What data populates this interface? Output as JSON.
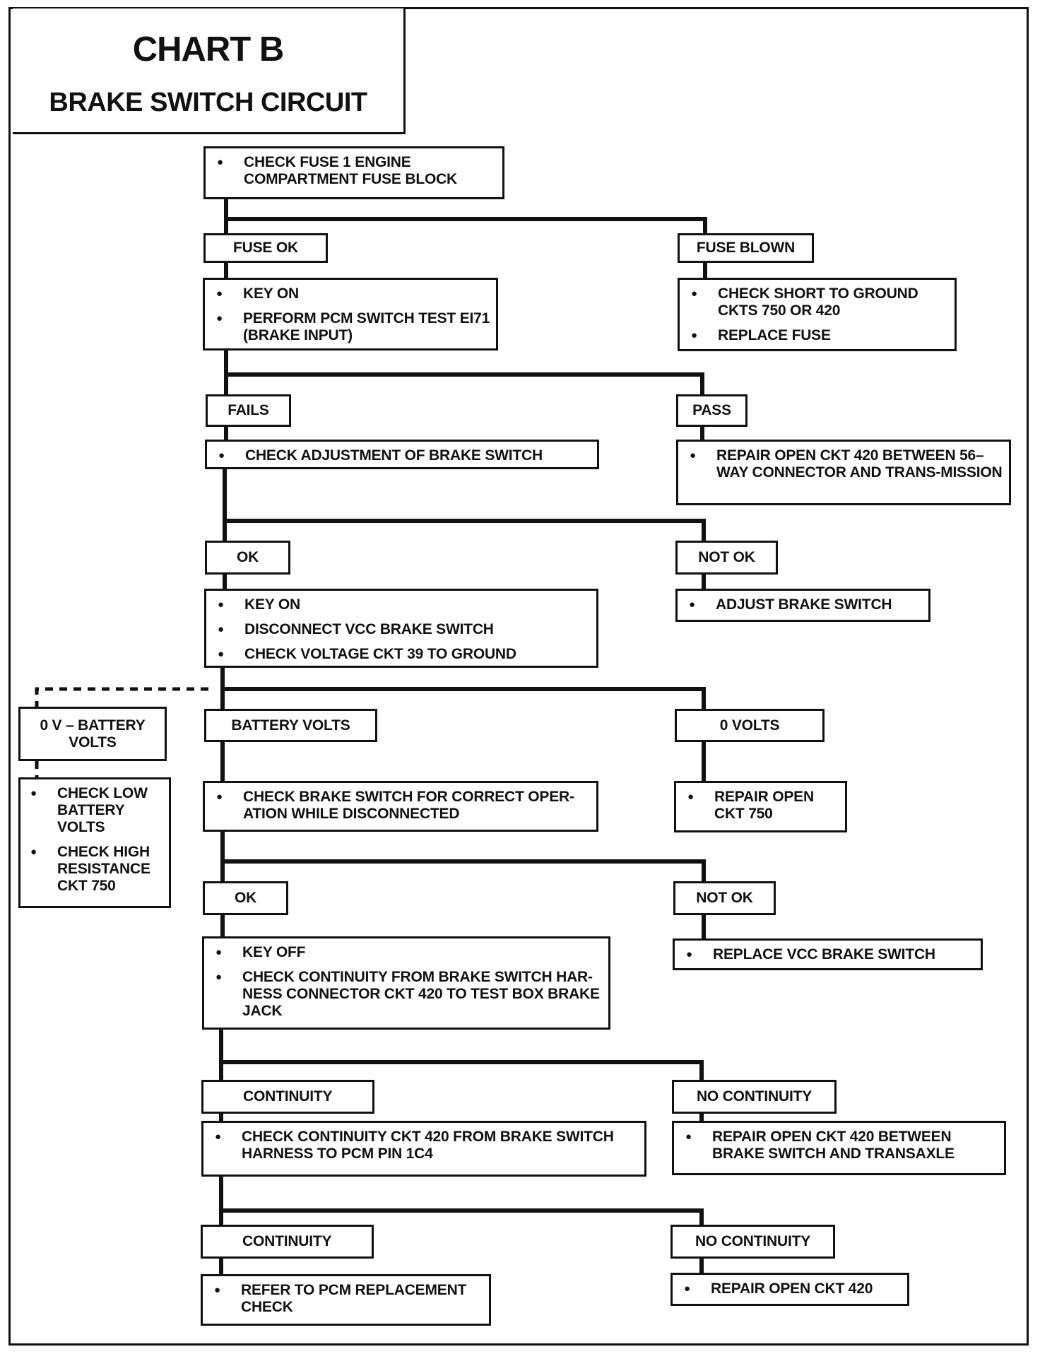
{
  "header": {
    "title": "CHART B",
    "subtitle": "BRAKE SWITCH CIRCUIT"
  },
  "nodes": {
    "n1": {
      "items": [
        "CHECK FUSE 1  ENGINE COMPARTMENT FUSE BLOCK"
      ]
    },
    "l_fuse_ok": {
      "label": "FUSE OK"
    },
    "l_fuse_blown": {
      "label": "FUSE BLOWN"
    },
    "n2": {
      "items": [
        "KEY ON",
        "PERFORM PCM SWITCH TEST EI71 (BRAKE INPUT)"
      ]
    },
    "n2r": {
      "items": [
        "CHECK SHORT TO GROUND CKTS 750 OR 420",
        "REPLACE FUSE"
      ]
    },
    "l_fails": {
      "label": "FAILS"
    },
    "l_pass": {
      "label": "PASS"
    },
    "n3": {
      "items": [
        "CHECK ADJUSTMENT OF BRAKE SWITCH"
      ]
    },
    "n3r": {
      "items": [
        "REPAIR OPEN CKT 420 BETWEEN 56–WAY CONNECTOR AND TRANS-MISSION"
      ]
    },
    "l_ok1": {
      "label": "OK"
    },
    "l_notok1": {
      "label": "NOT OK"
    },
    "n4": {
      "items": [
        "KEY ON",
        "DISCONNECT VCC BRAKE SWITCH",
        "CHECK VOLTAGE CKT 39 TO GROUND"
      ]
    },
    "n4r": {
      "items": [
        "ADJUST BRAKE SWITCH"
      ]
    },
    "l_0v_batt": {
      "label": "0 V – BATTERY VOLTS"
    },
    "l_batt": {
      "label": "BATTERY VOLTS"
    },
    "l_0volts": {
      "label": "0 VOLTS"
    },
    "n5l": {
      "items": [
        "CHECK LOW BATTERY VOLTS",
        "CHECK HIGH RESISTANCE CKT 750"
      ]
    },
    "n5": {
      "items": [
        "CHECK BRAKE SWITCH FOR CORRECT OPER-ATION WHILE DISCONNECTED"
      ]
    },
    "n5r": {
      "items": [
        "REPAIR OPEN CKT 750"
      ]
    },
    "l_ok2": {
      "label": "OK"
    },
    "l_notok2": {
      "label": "NOT OK"
    },
    "n6": {
      "items": [
        "KEY OFF",
        "CHECK CONTINUITY FROM BRAKE SWITCH HAR-NESS CONNECTOR CKT 420 TO TEST BOX BRAKE JACK"
      ]
    },
    "n6r": {
      "items": [
        "REPLACE VCC BRAKE SWITCH"
      ]
    },
    "l_cont1": {
      "label": "CONTINUITY"
    },
    "l_nocont1": {
      "label": "NO CONTINUITY"
    },
    "n7": {
      "items": [
        "CHECK CONTINUITY CKT 420 FROM BRAKE SWITCH HARNESS TO PCM PIN 1C4"
      ]
    },
    "n7r": {
      "items": [
        "REPAIR OPEN CKT 420 BETWEEN BRAKE SWITCH AND TRANSAXLE"
      ]
    },
    "l_cont2": {
      "label": "CONTINUITY"
    },
    "l_nocont2": {
      "label": "NO CONTINUITY"
    },
    "n8": {
      "items": [
        "REFER TO  PCM REPLACEMENT CHECK"
      ]
    },
    "n8r": {
      "items": [
        "REPAIR OPEN CKT 420"
      ]
    }
  }
}
